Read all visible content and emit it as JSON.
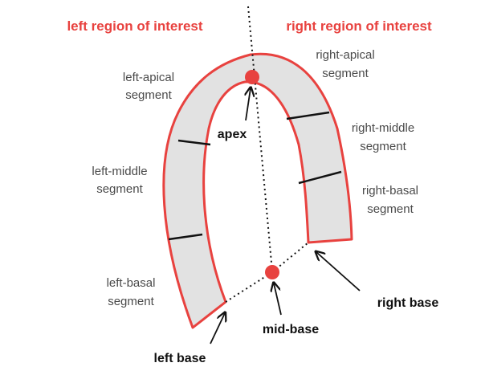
{
  "headers": {
    "left": "left region of interest",
    "right": "right region of interest"
  },
  "segments": {
    "left_apical": [
      "left-apical",
      "segment"
    ],
    "left_middle": [
      "left-middle",
      "segment"
    ],
    "left_basal": [
      "left-basal",
      "segment"
    ],
    "right_apical": [
      "right-apical",
      "segment"
    ],
    "right_middle": [
      "right-middle",
      "segment"
    ],
    "right_basal": [
      "right-basal",
      "segment"
    ]
  },
  "landmarks": {
    "apex": "apex",
    "mid_base": "mid-base",
    "left_base": "left base",
    "right_base": "right base"
  },
  "colors": {
    "accent": "#e8423f",
    "wall_fill": "#e2e2e2",
    "text": "#4a4a4a",
    "bold_text": "#111111"
  }
}
